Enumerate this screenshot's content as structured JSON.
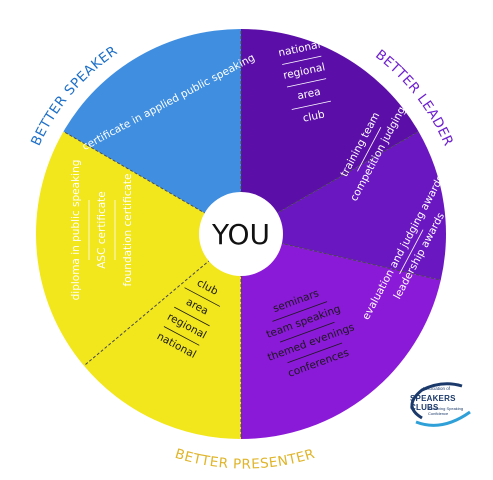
{
  "center": {
    "label": "YOU"
  },
  "outer_labels": {
    "speaker": "BETTER SPEAKER",
    "leader": "BETTER LEADER",
    "presenter": "BETTER PRESENTER"
  },
  "segments": [
    {
      "key": "levels-top",
      "color": "#5b0fa8",
      "items": [
        "national",
        "regional",
        "area",
        "club"
      ]
    },
    {
      "key": "leader-training",
      "color": "#6a17c2",
      "items": [
        "training team",
        "competition judging"
      ]
    },
    {
      "key": "leader-awards",
      "color": "#8b19d8",
      "items": [
        "evaluation and judging awards",
        "leadership awards"
      ]
    },
    {
      "key": "presenter-events",
      "color": "#f2e61c",
      "items": [
        "seminars",
        "team speaking",
        "themed evenings",
        "conferences"
      ]
    },
    {
      "key": "presenter-levels",
      "color": "#f2e61c",
      "items": [
        "club",
        "area",
        "regional",
        "national"
      ]
    },
    {
      "key": "speaker-diplomas",
      "color": "#3f8ee0",
      "items": [
        "diploma in public speaking",
        "ASC certificate",
        "foundation certificate"
      ]
    },
    {
      "key": "speaker-certificate",
      "color": "#1f72d1",
      "items": [
        "certificate in applied public speaking"
      ]
    }
  ],
  "colors": {
    "speaker": "#1d6fc8",
    "leader": "#6e1fd0",
    "presenter": "#e0b52a",
    "divider": "#4a4a4a"
  },
  "logo": {
    "line1": "Association of",
    "line2": "SPEAKERS CLUBS",
    "line3": "Achieving Speaking Confidence"
  }
}
